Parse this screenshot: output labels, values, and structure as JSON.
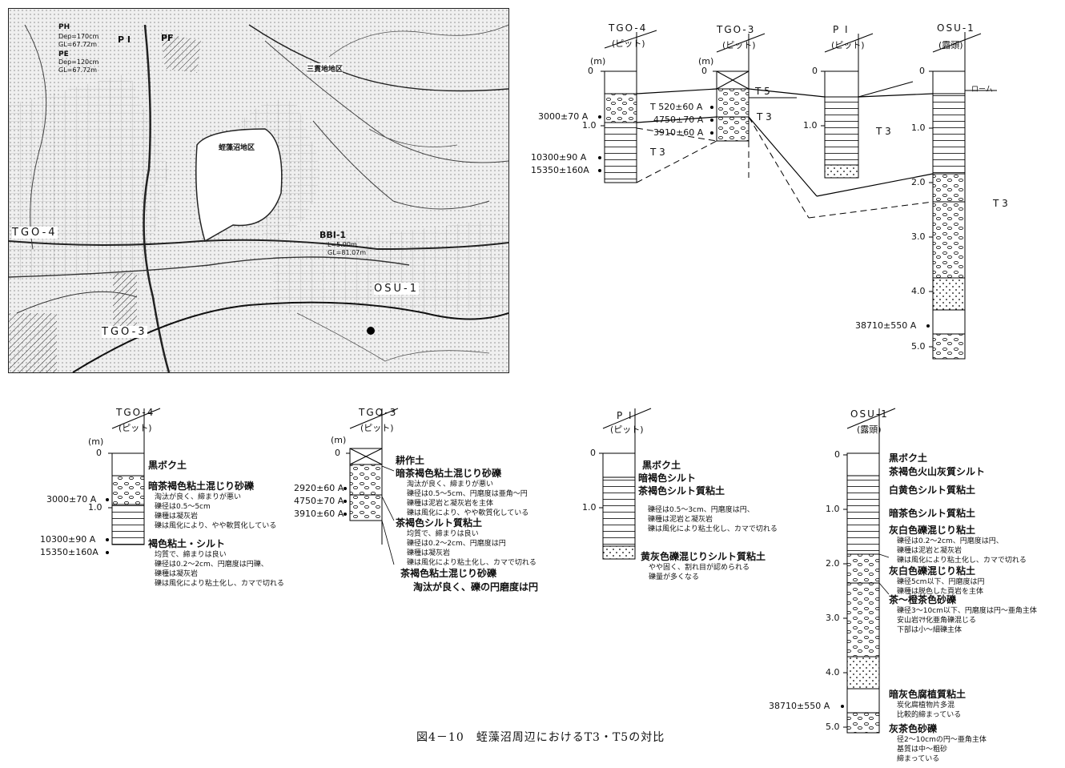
{
  "map": {
    "labels": {
      "ph": "PH",
      "ph_dep": "Dep=170cm",
      "ph_gl": "GL=67.72m",
      "pi": "P I",
      "pf": "PF",
      "pe": "PE",
      "pe_dep": "Dep=120cm",
      "pe_gl": "GL=67.72m",
      "district_a": "三貫地地区",
      "district_b": "蛭藻沼地区",
      "tgo4": "TGO-4",
      "tgo3": "TGO-3",
      "osu1": "OSU-1",
      "bbi": "BBI-1",
      "bbi_l": "L=5.00m",
      "bbi_gl": "GL=81.07m"
    }
  },
  "top": {
    "tgo4": {
      "name": "TGO-4",
      "sub": "(ピット)",
      "unit": "(m)",
      "ticks": [
        "0",
        "1.0"
      ],
      "ages": [
        "3000±70 A",
        "10300±90 A",
        "15350±160A"
      ]
    },
    "tgo3": {
      "name": "TGO-3",
      "sub": "(ピット)",
      "unit": "(m)",
      "ticks": [
        "0"
      ],
      "ages": [
        "T 520±60 A",
        "4750±70 A",
        "3910±60 A"
      ],
      "t5": "T 5",
      "t3": "T 3"
    },
    "pi": {
      "name": "P I",
      "sub": "(ピット)",
      "ticks": [
        "0",
        "1.0"
      ],
      "t3": "T 3"
    },
    "osu1": {
      "name": "OSU-1",
      "sub": "(露頭)",
      "ticks": [
        "0",
        "1.0",
        "2.0",
        "3.0",
        "4.0",
        "5.0"
      ],
      "loam": "ローム",
      "age": "38710±550 A",
      "t3": "T 3"
    },
    "t3_left": "T 3"
  },
  "bottom": {
    "tgo4": {
      "name": "TGO-4",
      "sub": "(ピット)",
      "unit": "(m)",
      "ticks": [
        "0",
        "1.0"
      ],
      "ages": [
        "3000±70 A",
        "10300±90 A",
        "15350±160A"
      ],
      "layers": [
        {
          "title": "黒ボク土",
          "desc": []
        },
        {
          "title": "暗茶褐色粘土混じり砂礫",
          "desc": [
            "淘汰が良く、締まりが悪い",
            "礫径は0.5～5cm",
            "礫種は凝灰岩",
            "礫は風化により、やや軟質化している"
          ]
        },
        {
          "title": "褐色粘土・シルト",
          "desc": [
            "均質で、締まりは良い",
            "礫径は0.2～2cm、円磨度は円礫、",
            "礫種は凝灰岩",
            "礫は風化により粘土化し、カマで切れる"
          ]
        }
      ]
    },
    "tgo3": {
      "name": "TGO-3",
      "sub": "(ピット)",
      "unit": "(m)",
      "ticks": [
        "0"
      ],
      "ages": [
        "2920±60 A",
        "4750±70 A",
        "3910±60 A"
      ],
      "layers": [
        {
          "title": "耕作土",
          "desc": []
        },
        {
          "title": "暗茶褐色粘土混じり砂礫",
          "desc": [
            "淘汰が良く、締まりが悪い",
            "礫径は0.5～5cm、円磨度は亜角～円",
            "礫種は泥岩と凝灰岩を主体",
            "礫は風化により、やや軟質化している"
          ]
        },
        {
          "title": "茶褐色シルト質粘土",
          "desc": [
            "均質で、締まりは良い",
            "礫径は0.2～2cm、円磨度は円",
            "礫種は凝灰岩",
            "礫は風化により粘土化し、カマで切れる"
          ]
        },
        {
          "title": "茶褐色粘土混じり砂礫",
          "desc": [
            "淘汰が良く、礫の円磨度は円"
          ]
        }
      ]
    },
    "pi": {
      "name": "P I",
      "sub": "(ピット)",
      "ticks": [
        "0",
        "1.0"
      ],
      "layers": [
        {
          "title": "黒ボク土",
          "desc": []
        },
        {
          "title": "暗褐色シルト",
          "desc": []
        },
        {
          "title": "茶褐色シルト質粘土",
          "desc": [
            "礫径は0.5～3cm、円磨度は円、",
            "礫種は泥岩と凝灰岩",
            "礫は風化により粘土化し、カマで切れる"
          ]
        },
        {
          "title": "黄灰色礫混じりシルト質粘土",
          "desc": [
            "やや固く、割れ目が認められる",
            "礫量が多くなる"
          ]
        }
      ]
    },
    "osu1": {
      "name": "OSU-1",
      "sub": "(露頭)",
      "ticks": [
        "0",
        "1.0",
        "2.0",
        "3.0",
        "4.0",
        "5.0"
      ],
      "age": "38710±550 A",
      "layers": [
        {
          "title": "黒ボク土",
          "desc": []
        },
        {
          "title": "茶褐色火山灰質シルト",
          "desc": []
        },
        {
          "title": "白黄色シルト質粘土",
          "desc": []
        },
        {
          "title": "暗茶色シルト質粘土",
          "desc": []
        },
        {
          "title": "灰白色礫混じり粘土",
          "desc": [
            "礫径は0.2～2cm、円磨度は円、",
            "礫種は泥岩と凝灰岩",
            "礫は風化により粘土化し、カマで切れる"
          ]
        },
        {
          "title": "灰白色礫混じり粘土",
          "desc": [
            "礫径5cm以下、円磨度は円",
            "礫種は脱色した頁岩を主体"
          ]
        },
        {
          "title": "茶～橙茶色砂礫",
          "desc": [
            "礫径3～10cm以下、円磨度は円～亜角主体",
            "安山岩ﾏｻ化亜角礫混じる",
            "下部は小～細礫主体"
          ]
        },
        {
          "title": "暗灰色腐植質粘土",
          "desc": [
            "炭化腐植物片多混",
            "比較的締まっている"
          ]
        },
        {
          "title": "灰茶色砂礫",
          "desc": [
            "径2～10cmの円～亜角主体",
            "基質は中～粗砂",
            "締まっている"
          ]
        }
      ]
    }
  },
  "caption": "図4－10　蛭藻沼周辺におけるT3・T5の対比"
}
